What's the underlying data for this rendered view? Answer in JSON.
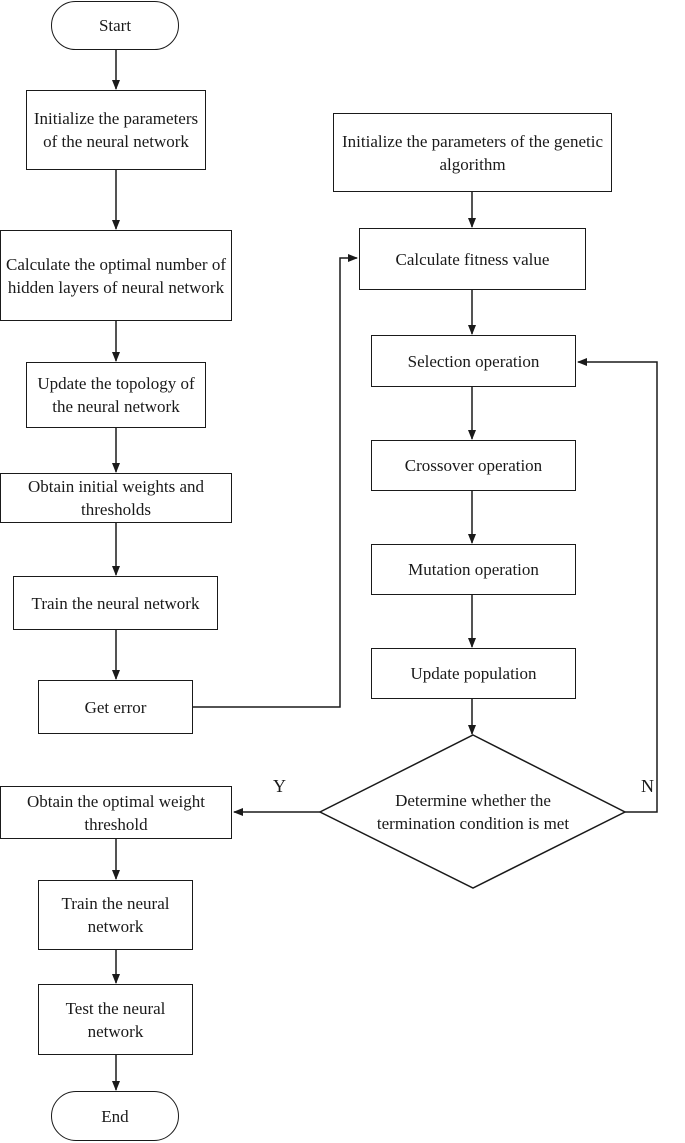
{
  "nodes": {
    "start": "Start",
    "init_nn": "Initialize the parameters of the neural network",
    "calc_hidden": "Calculate the optimal number of hidden layers of neural network",
    "update_topology": "Update the topology of the neural network",
    "initial_weights": "Obtain initial weights and thresholds",
    "train_nn": "Train the neural network",
    "get_error": "Get error",
    "init_ga": "Initialize the parameters of the genetic algorithm",
    "fitness": "Calculate fitness value",
    "selection": "Selection operation",
    "crossover": "Crossover operation",
    "mutation": "Mutation operation",
    "update_pop": "Update population",
    "decision": "Determine whether the termination condition is met",
    "optimal_weight": "Obtain the optimal weight threshold",
    "train_nn2": "Train the neural network",
    "test_nn": "Test the neural network",
    "end": "End"
  },
  "edge_labels": {
    "yes": "Y",
    "no": "N"
  }
}
